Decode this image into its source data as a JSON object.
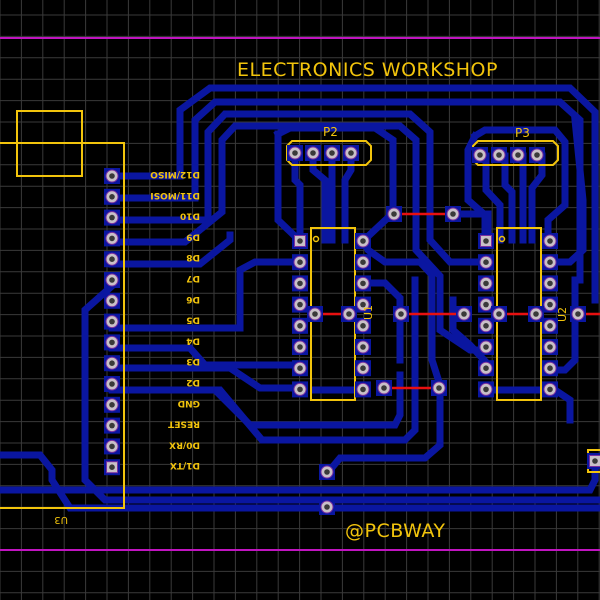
{
  "board": {
    "title": "ELECTRONICS WORKSHOP",
    "credit": "@PCBWAY",
    "colors": {
      "background": "#000000",
      "grid": "#3a3a3a",
      "top_copper": "#0a16a0",
      "silkscreen": "#f2c40c",
      "board_outline": "#c014c0",
      "jumper": "#e81010"
    }
  },
  "components": {
    "u3": {
      "designator": "U3",
      "pins": [
        "D12/MISO",
        "D11/MOSI",
        "D10",
        "D9",
        "D8",
        "D7",
        "D6",
        "D5",
        "D4",
        "D3",
        "D2",
        "GND",
        "RESET",
        "D0/RX",
        "D1/TX"
      ]
    },
    "p2": {
      "designator": "P2",
      "pin_count": 4
    },
    "p3": {
      "designator": "P3",
      "pin_count": 4
    },
    "u1": {
      "designator": "U1",
      "pin_count": 16
    },
    "u2": {
      "designator": "U2",
      "pin_count": 16
    }
  }
}
